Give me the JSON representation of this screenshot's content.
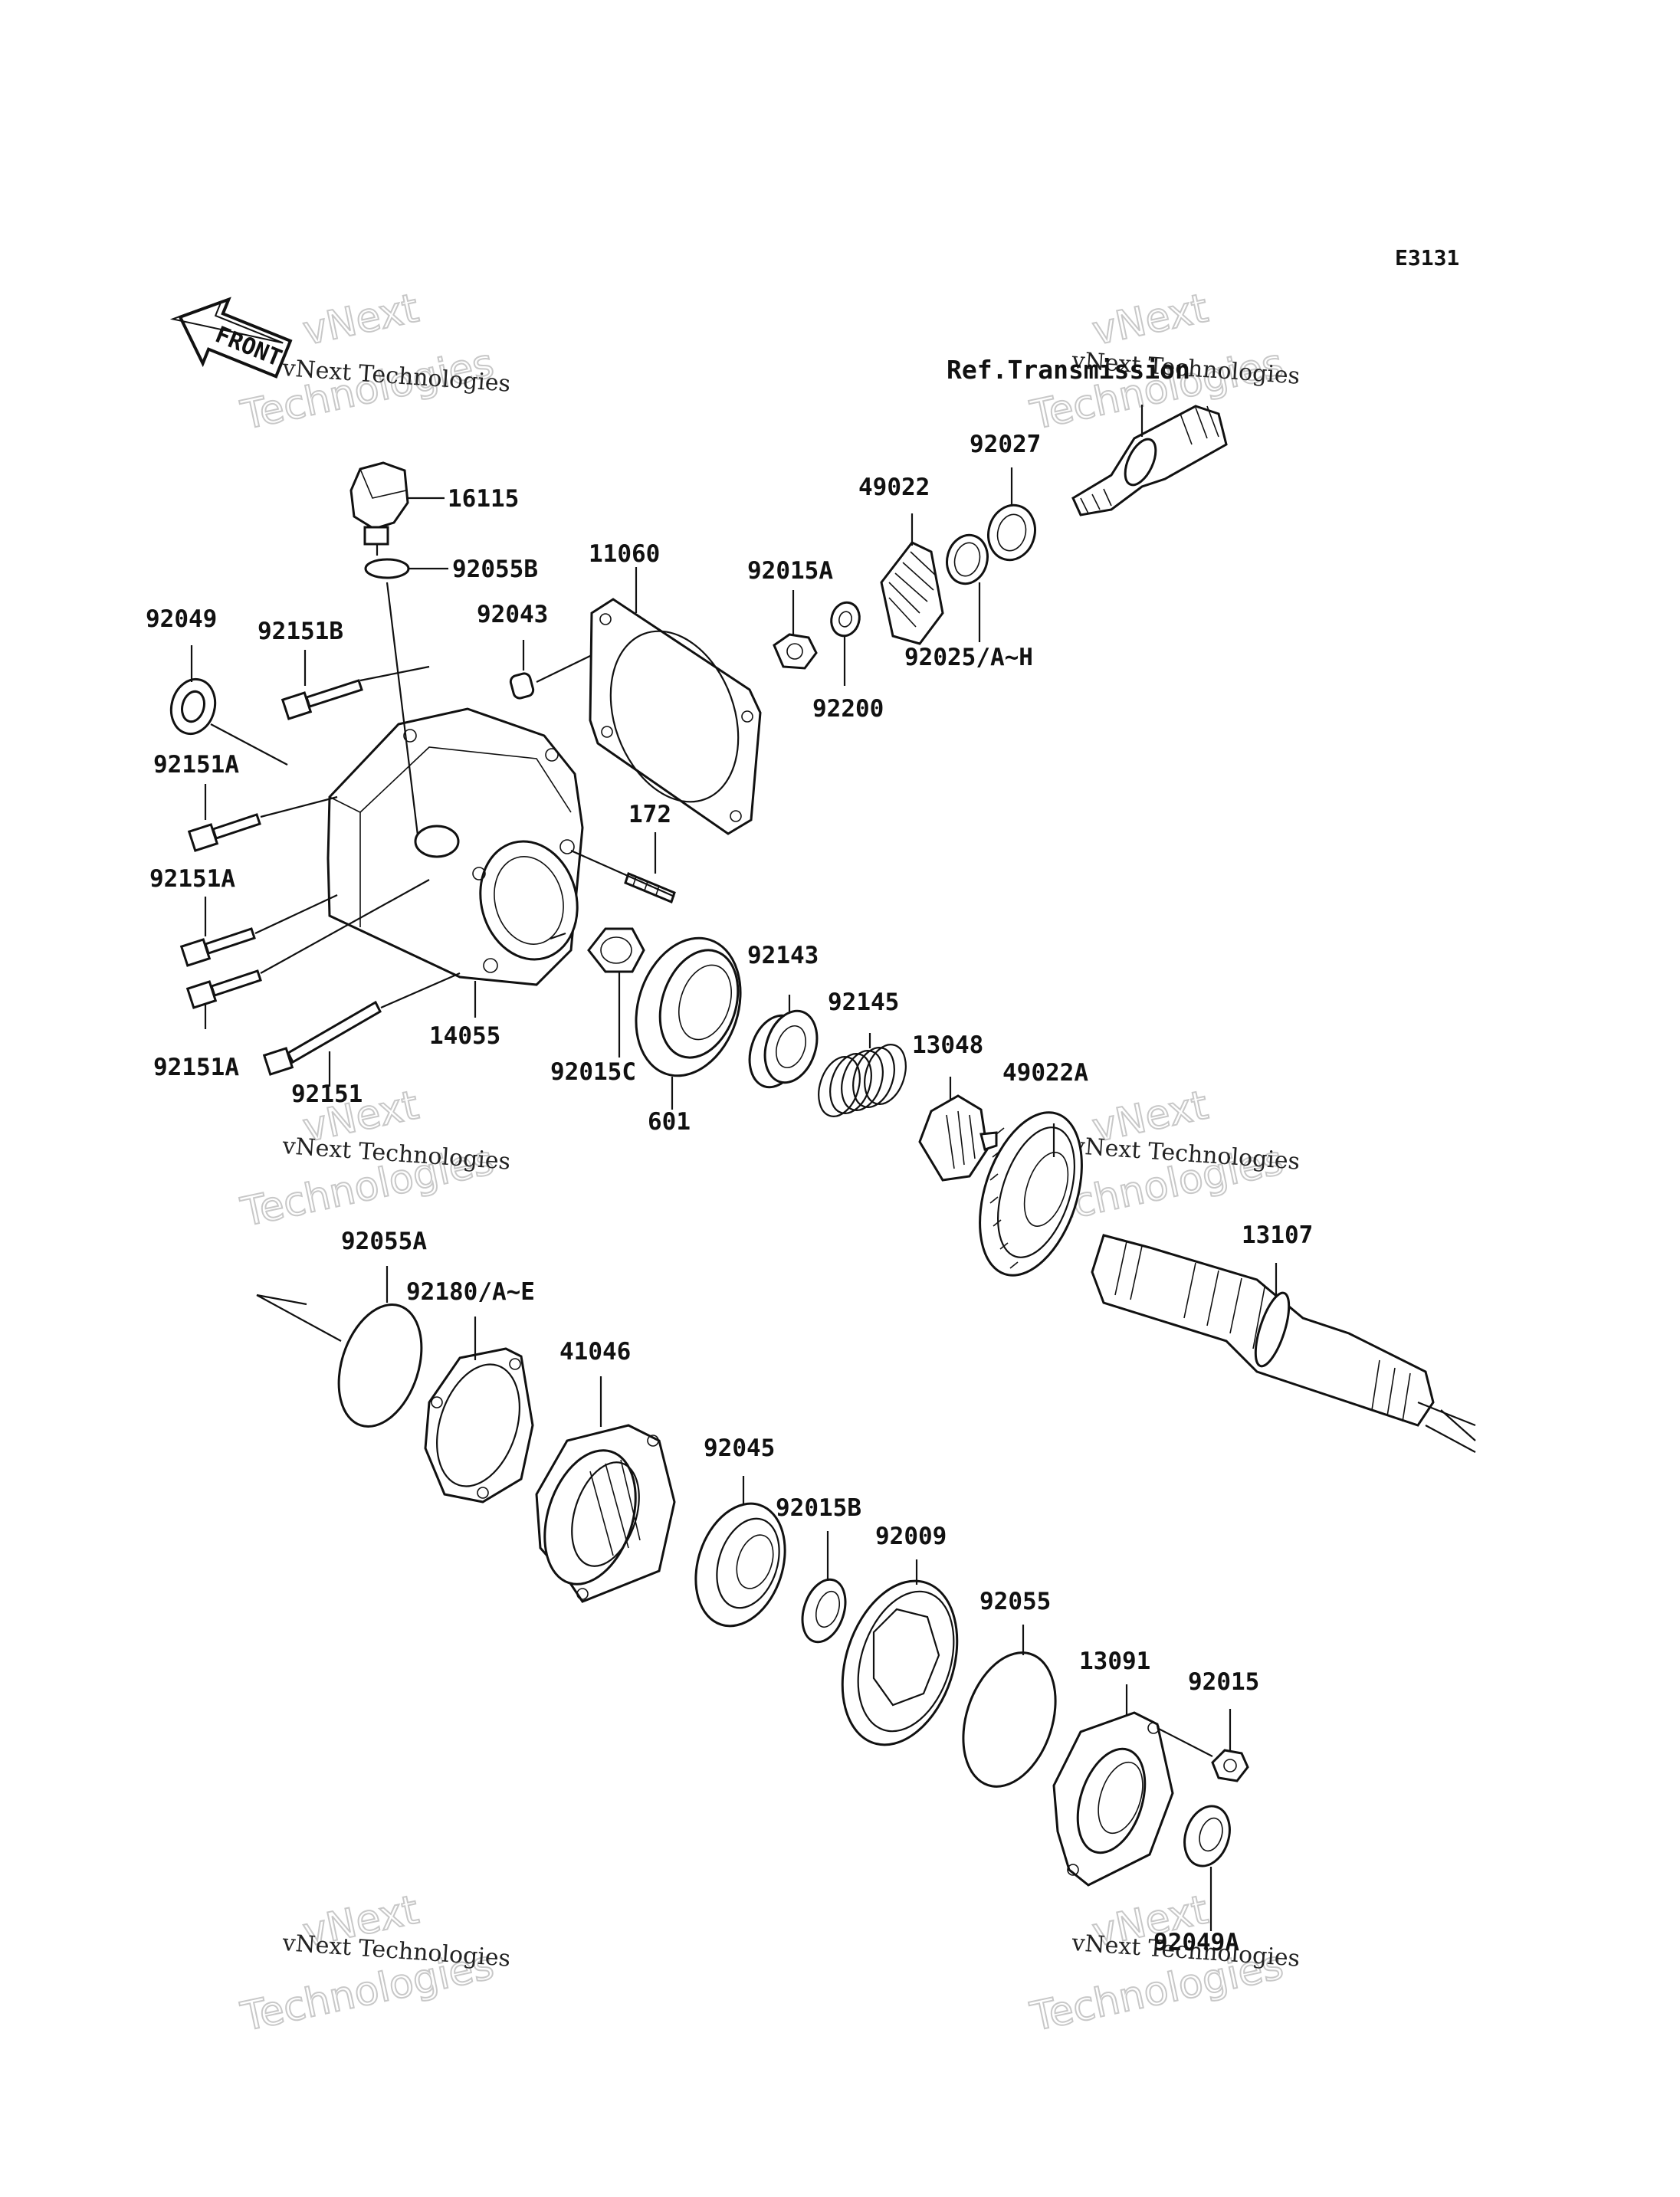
{
  "diagram_code": "E3131",
  "front_arrow_label": "FRONT",
  "reference_label": "Ref.Transmission",
  "watermark": {
    "line_small": "vNext Technologies",
    "line_big_top": "vNext",
    "line_big_bottom": "Technologies"
  },
  "parts": {
    "p16115": "16115",
    "p92055B": "92055B",
    "p11060": "11060",
    "p92043": "92043",
    "p92049": "92049",
    "p92151B": "92151B",
    "p92151A_1": "92151A",
    "p92151A_2": "92151A",
    "p92151A_3": "92151A",
    "p92151": "92151",
    "p14055": "14055",
    "p172": "172",
    "p92015A": "92015A",
    "p92200": "92200",
    "p49022": "49022",
    "p92027": "92027",
    "p92025": "92025/A~H",
    "p92015C": "92015C",
    "p601": "601",
    "p92143": "92143",
    "p92145": "92145",
    "p13048": "13048",
    "p49022A": "49022A",
    "p13107": "13107",
    "p92055A": "92055A",
    "p92180": "92180/A~E",
    "p41046": "41046",
    "p92045": "92045",
    "p92015B": "92015B",
    "p92009": "92009",
    "p92055": "92055",
    "p13091": "13091",
    "p92015": "92015",
    "p92049A": "92049A"
  }
}
